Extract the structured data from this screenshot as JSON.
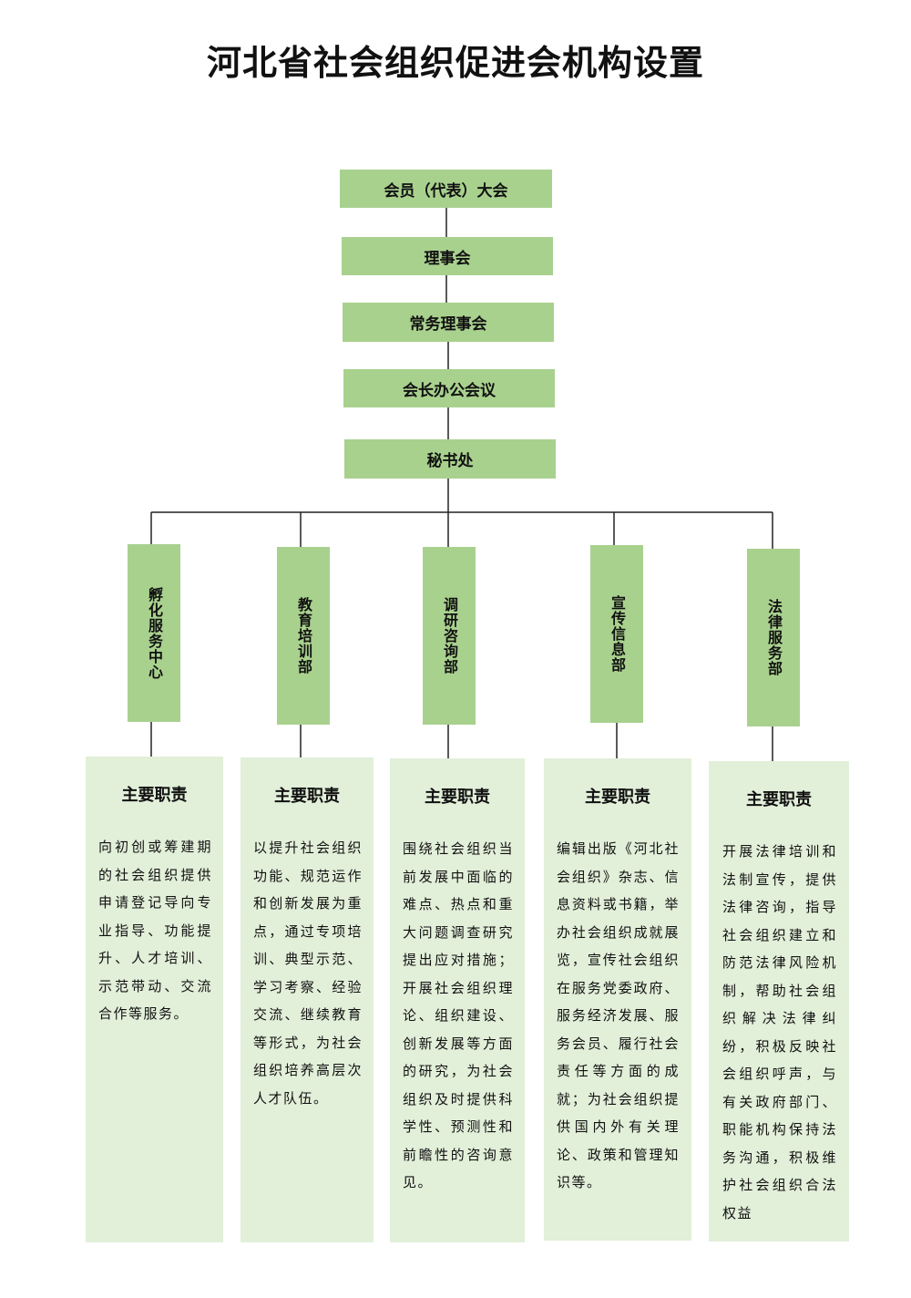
{
  "title": "河北省社会组织促进会机构设置",
  "hierarchy": [
    "会员（代表）大会",
    "理事会",
    "常务理事会",
    "会长办公会议",
    "秘书处"
  ],
  "departments": [
    {
      "name": "孵化服务中心",
      "duty_title": "主要职责",
      "duty_text": "向初创或筹建期的社会组织提供申请登记导向专业指导、功能提升、人才培训、示范带动、交流合作等服务。"
    },
    {
      "name": "教育培训部",
      "duty_title": "主要职责",
      "duty_text": "以提升社会组织功能、规范运作和创新发展为重点，通过专项培训、典型示范、学习考察、经验交流、继续教育等形式，为社会组织培养高层次人才队伍。"
    },
    {
      "name": "调研咨询部",
      "duty_title": "主要职责",
      "duty_text": "围绕社会组织当前发展中面临的难点、热点和重大问题调查研究提出应对措施；开展社会组织理论、组织建设、创新发展等方面的研究，为社会组织及时提供科学性、预测性和前瞻性的咨询意见。"
    },
    {
      "name": "宣传信息部",
      "duty_title": "主要职责",
      "duty_text": "编辑出版《河北社会组织》杂志、信息资料或书籍，举办社会组织成就展览，宣传社会组织在服务党委政府、服务经济发展、服务会员、履行社会责任等方面的成就；为社会组织提供国内外有关理论、政策和管理知识等。"
    },
    {
      "name": "法律服务部",
      "duty_title": "主要职责",
      "duty_text": "开展法律培训和法制宣传，提供法律咨询，指导社会组织建立和防范法律风险机制，帮助社会组织解决法律纠纷，积极反映社会组织呼声，与有关政府部门、职能机构保持法务沟通，积极维护社会组织合法权益"
    }
  ],
  "colors": {
    "box": "#a9d18e",
    "duty_bg": "#e2efd9",
    "line": "#222222"
  }
}
